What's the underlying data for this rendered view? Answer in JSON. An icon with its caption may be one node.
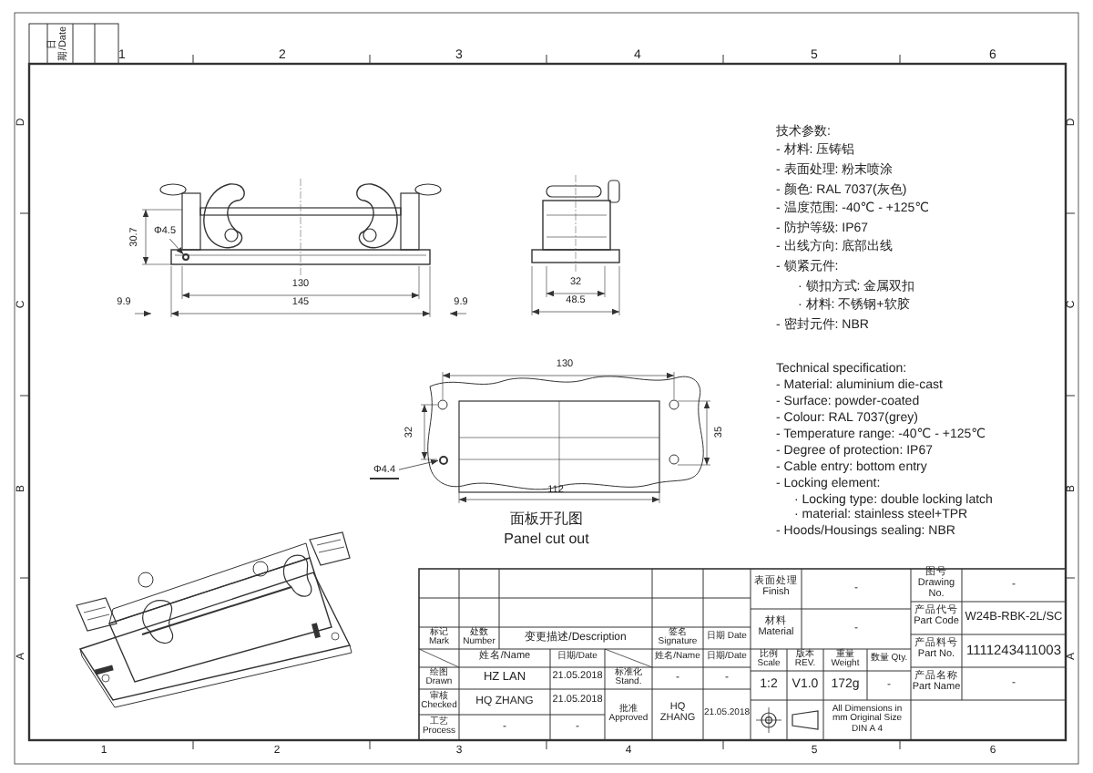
{
  "diagram": {
    "nodes": [
      {
        "text": [
          "Φ4.5"
        ]
      },
      {
        "text": [],
        "shape": "circle"
      },
      {
        "text": [
          "Φ4.4"
        ]
      },
      {
        "text": [],
        "shape": "circle"
      }
    ],
    "edges": [
      {
        "from": 0,
        "to": 1,
        "arrow": "to"
      },
      {
        "from": 2,
        "to": 3,
        "arrow": "to"
      }
    ],
    "labels": [
      "日期/Date",
      "1",
      "2",
      "3",
      "4",
      "5",
      "6",
      "D",
      "C",
      "B",
      "A",
      "D",
      "C",
      "B",
      "A",
      "30.7",
      "130",
      "9.9",
      "145",
      "9.9",
      "32",
      "48.5",
      "技术参数:",
      "- 材料: 压铸铝",
      "- 表面处理: 粉末喷涂",
      "- 颜色: RAL 7037(灰色)",
      "- 温度范围: -40℃ - +125℃",
      "- 防护等级: IP67",
      "- 出线方向: 底部出线",
      "- 锁紧元件:",
      "· 锁扣方式: 金属双扣",
      "· 材料: 不锈钢+软胶",
      "- 密封元件: NBR",
      "Technical specification:",
      "- Material: aluminium die-cast",
      "- Surface: powder-coated",
      "- Colour: RAL 7037(grey)",
      "- Temperature range: -40℃ - +125℃",
      "- Degree of protection: IP67",
      "- Cable entry: bottom entry",
      "- Locking element:",
      "· Locking type: double locking latch",
      "· material: stainless steel+TPR",
      "- Hoods/Housings sealing: NBR",
      "130",
      "32",
      "35",
      "112",
      "面板开孔图",
      "Panel cut out",
      "表面处理 Finish",
      "-",
      "图号 Drawing No.",
      "-",
      "产品代号 Part Code",
      "W24B-RBK-2L/SC",
      "标记 Mark",
      "处数 Number",
      "变更描述/Description",
      "签名 Signature",
      "日期 Date",
      "材料 Material",
      "-",
      "产品料号 Part No.",
      "1111243411003",
      "姓名/Name",
      "日期/Date",
      "姓名/Name",
      "日期/Date",
      "比例 Scale",
      "版本 REV.",
      "重量 Weight",
      "数量 Qty.",
      "产品名称 Part Name",
      "-",
      "绘图 Drawn",
      "HZ LAN",
      "21.05.2018",
      "标准化 Stand.",
      "-",
      "-",
      "1:2",
      "V1.0",
      "172g",
      "-",
      "审核 Checked",
      "HQ ZHANG",
      "21.05.2018",
      "批准 Approved",
      "HQ ZHANG",
      "21.05.2018",
      "工艺 Process",
      "-",
      "-",
      "All Dimensions in mm Original Size DIN A 4",
      "1",
      "2",
      "3",
      "4",
      "5",
      "6"
    ]
  }
}
